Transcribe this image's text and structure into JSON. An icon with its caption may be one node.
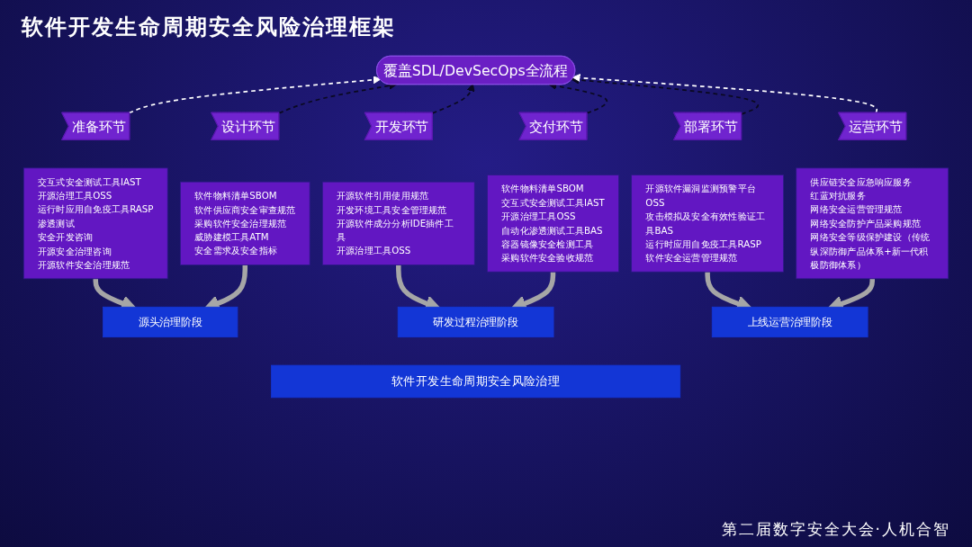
{
  "diagram": {
    "title": "软件开发生命周期安全风险治理框架",
    "caption": "第二届数字安全大会·人机合智",
    "nodes": [
      {
        "text": [
          "覆盖SDL/DevSecOps全流程"
        ]
      },
      {
        "text": [
          "准备环节"
        ]
      },
      {
        "text": [
          "设计环节"
        ]
      },
      {
        "text": [
          "开发环节"
        ]
      },
      {
        "text": [
          "交付环节"
        ]
      },
      {
        "text": [
          "部署环节"
        ]
      },
      {
        "text": [
          "运营环节"
        ]
      },
      {
        "text": [
          "交互式安全测试工具IAST",
          "开源治理工具OSS",
          "运行时应用自免疫工具RASP",
          "渗透测试",
          "安全开发咨询",
          "开源安全治理咨询",
          "开源软件安全治理规范"
        ]
      },
      {
        "text": [
          "软件物料清单SBOM",
          "软件供应商安全审查规范",
          "采购软件安全治理规范",
          "威胁建模工具ATM",
          "安全需求及安全指标"
        ]
      },
      {
        "text": [
          "开源软件引用使用规范",
          "开发环境工具安全管理规范",
          "开源软件成分分析IDE插件工具",
          "开源治理工具OSS"
        ]
      },
      {
        "text": [
          "软件物料清单SBOM",
          "交互式安全测试工具IAST",
          "开源治理工具OSS",
          "自动化渗透测试工具BAS",
          "容器镜像安全检测工具",
          "采购软件安全验收规范"
        ]
      },
      {
        "text": [
          "开源软件漏洞监测预警平台OSS",
          "攻击模拟及安全有效性验证工具BAS",
          "运行时应用自免疫工具RASP",
          "软件安全运营管理规范"
        ]
      },
      {
        "text": [
          "供应链安全应急响应服务",
          "红蓝对抗服务",
          "网络安全运营管理规范",
          "网络安全防护产品采购规范",
          "网络安全等级保护建设（传统纵深防御产品体系+新一代积极防御体系）"
        ]
      },
      {
        "text": [
          "源头治理阶段"
        ]
      },
      {
        "text": [
          "研发过程治理阶段"
        ]
      },
      {
        "text": [
          "上线运营治理阶段"
        ]
      },
      {
        "text": [
          "软件开发生命周期安全风险治理"
        ]
      }
    ],
    "edges": [
      {
        "from": 1,
        "to": 0,
        "arrow": "to",
        "style": "dashed",
        "color": "#ffffff"
      },
      {
        "from": 2,
        "to": 0,
        "arrow": "to",
        "style": "dashed",
        "color": "#0a0920"
      },
      {
        "from": 3,
        "to": 0,
        "arrow": "to",
        "style": "dashed",
        "color": "#0a0920"
      },
      {
        "from": 4,
        "to": 0,
        "arrow": "to",
        "style": "dashed",
        "color": "#0a0920"
      },
      {
        "from": 5,
        "to": 0,
        "arrow": "to",
        "style": "dashed",
        "color": "#0a0920"
      },
      {
        "from": 6,
        "to": 0,
        "arrow": "to",
        "style": "dashed",
        "color": "#ffffff"
      },
      {
        "from": 7,
        "to": 13,
        "arrow": "to",
        "style": "thick",
        "color": "#a6a6a6"
      },
      {
        "from": 8,
        "to": 13,
        "arrow": "to",
        "style": "thick",
        "color": "#a6a6a6"
      },
      {
        "from": 9,
        "to": 14,
        "arrow": "to",
        "style": "thick",
        "color": "#a6a6a6"
      },
      {
        "from": 10,
        "to": 14,
        "arrow": "to",
        "style": "thick",
        "color": "#a6a6a6"
      },
      {
        "from": 11,
        "to": 15,
        "arrow": "to",
        "style": "thick",
        "color": "#a6a6a6"
      },
      {
        "from": 12,
        "to": 15,
        "arrow": "to",
        "style": "thick",
        "color": "#a6a6a6"
      }
    ]
  }
}
